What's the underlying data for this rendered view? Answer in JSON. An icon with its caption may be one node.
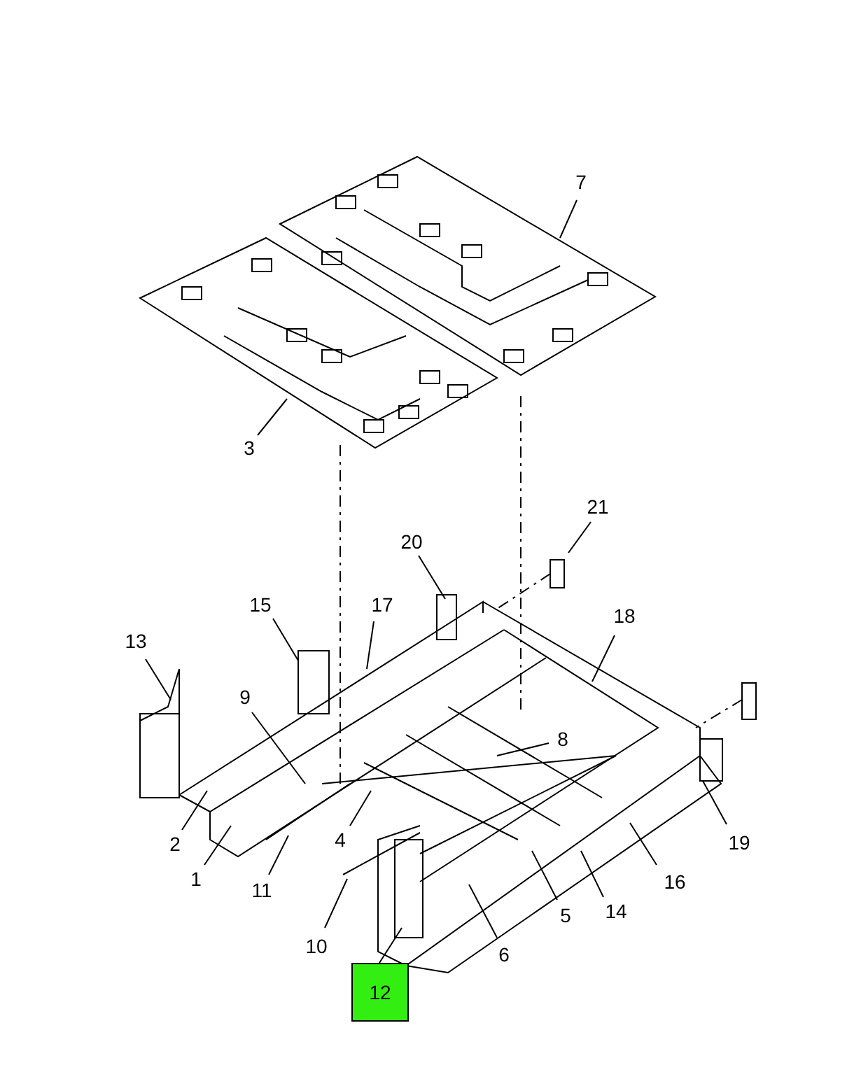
{
  "diagram": {
    "nodes": [
      {
        "text": [
          "7"
        ]
      },
      {
        "text": [
          "3"
        ]
      },
      {
        "text": [
          "21"
        ]
      },
      {
        "text": [
          "20"
        ]
      },
      {
        "text": [
          "15"
        ]
      },
      {
        "text": [
          "17"
        ]
      },
      {
        "text": [
          "18"
        ]
      },
      {
        "text": [
          "13"
        ]
      },
      {
        "text": [
          "9"
        ]
      },
      {
        "text": [
          "8"
        ]
      },
      {
        "text": [
          "2"
        ]
      },
      {
        "text": [
          "4"
        ]
      },
      {
        "text": [
          "19"
        ]
      },
      {
        "text": [
          "1"
        ]
      },
      {
        "text": [
          "11"
        ]
      },
      {
        "text": [
          "16"
        ]
      },
      {
        "text": [
          "5"
        ]
      },
      {
        "text": [
          "14"
        ]
      },
      {
        "text": [
          "10"
        ]
      },
      {
        "text": [
          "6"
        ]
      },
      {
        "text": [
          "12"
        ]
      }
    ],
    "edges": [
      {
        "from": 0,
        "to": null,
        "arrow": "none"
      },
      {
        "from": 1,
        "to": null,
        "arrow": "none"
      },
      {
        "from": 2,
        "to": null,
        "arrow": "none"
      },
      {
        "from": 3,
        "to": null,
        "arrow": "none"
      },
      {
        "from": 4,
        "to": null,
        "arrow": "none"
      },
      {
        "from": 5,
        "to": null,
        "arrow": "none"
      },
      {
        "from": 6,
        "to": null,
        "arrow": "none"
      },
      {
        "from": 7,
        "to": null,
        "arrow": "none"
      },
      {
        "from": 8,
        "to": null,
        "arrow": "none"
      },
      {
        "from": 9,
        "to": null,
        "arrow": "none"
      },
      {
        "from": 10,
        "to": null,
        "arrow": "none"
      },
      {
        "from": 11,
        "to": null,
        "arrow": "none"
      },
      {
        "from": 12,
        "to": null,
        "arrow": "none"
      },
      {
        "from": 13,
        "to": null,
        "arrow": "none"
      },
      {
        "from": 14,
        "to": null,
        "arrow": "none"
      },
      {
        "from": 15,
        "to": null,
        "arrow": "none"
      },
      {
        "from": 16,
        "to": null,
        "arrow": "none"
      },
      {
        "from": 17,
        "to": null,
        "arrow": "none"
      },
      {
        "from": 18,
        "to": null,
        "arrow": "none"
      },
      {
        "from": 19,
        "to": null,
        "arrow": "none"
      },
      {
        "from": 20,
        "to": null,
        "arrow": "none"
      }
    ]
  }
}
